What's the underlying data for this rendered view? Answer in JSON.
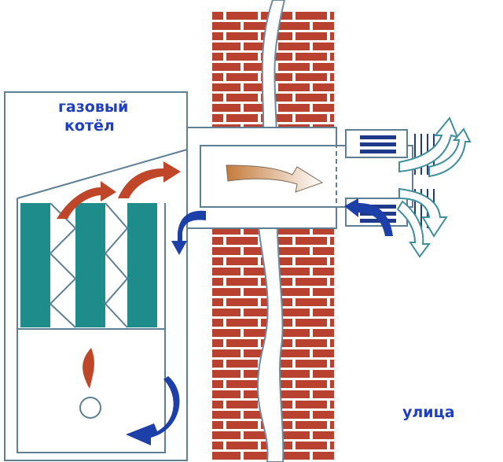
{
  "labels": {
    "boiler": [
      "газовый",
      "котёл"
    ],
    "outside": "улица"
  },
  "colors": {
    "brick": "#b8412f",
    "mortar": "#ffffff",
    "outline": "#5f7f95",
    "exchanger": "#1f8c8c",
    "hot_arrow": "#c0462a",
    "cold_arrow": "#1d3fa8",
    "flue_arrow": "#c8a36a",
    "exhaust_arrow": "#3f8f9a",
    "label": "#1f3fbf"
  },
  "icons": [
    "flame-icon",
    "burner-icon"
  ]
}
